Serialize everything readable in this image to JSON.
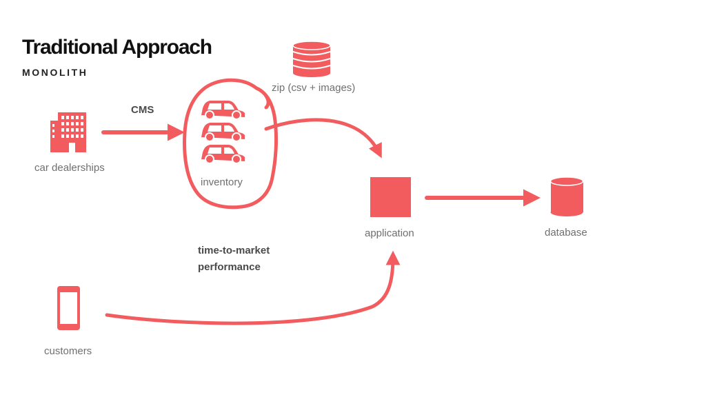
{
  "slide": {
    "title": "Traditional Approach",
    "subtitle": "MONOLITH"
  },
  "labels": {
    "car_dealerships": "car dealerships",
    "cms": "CMS",
    "inventory": "inventory",
    "zip": "zip (csv + images)",
    "application": "application",
    "database": "database",
    "customers": "customers",
    "concern_1": "time-to-market",
    "concern_2": "performance"
  },
  "icons": {
    "dealership": "building-icon",
    "cars": "car-icon",
    "zip": "stacked-disks-icon",
    "application": "square-icon",
    "database": "cylinder-icon",
    "customers": "smartphone-icon"
  },
  "colors": {
    "accent": "#f25c5f",
    "title": "#111111",
    "label": "#6f6f6f",
    "emphasis": "#4a4a4a"
  }
}
